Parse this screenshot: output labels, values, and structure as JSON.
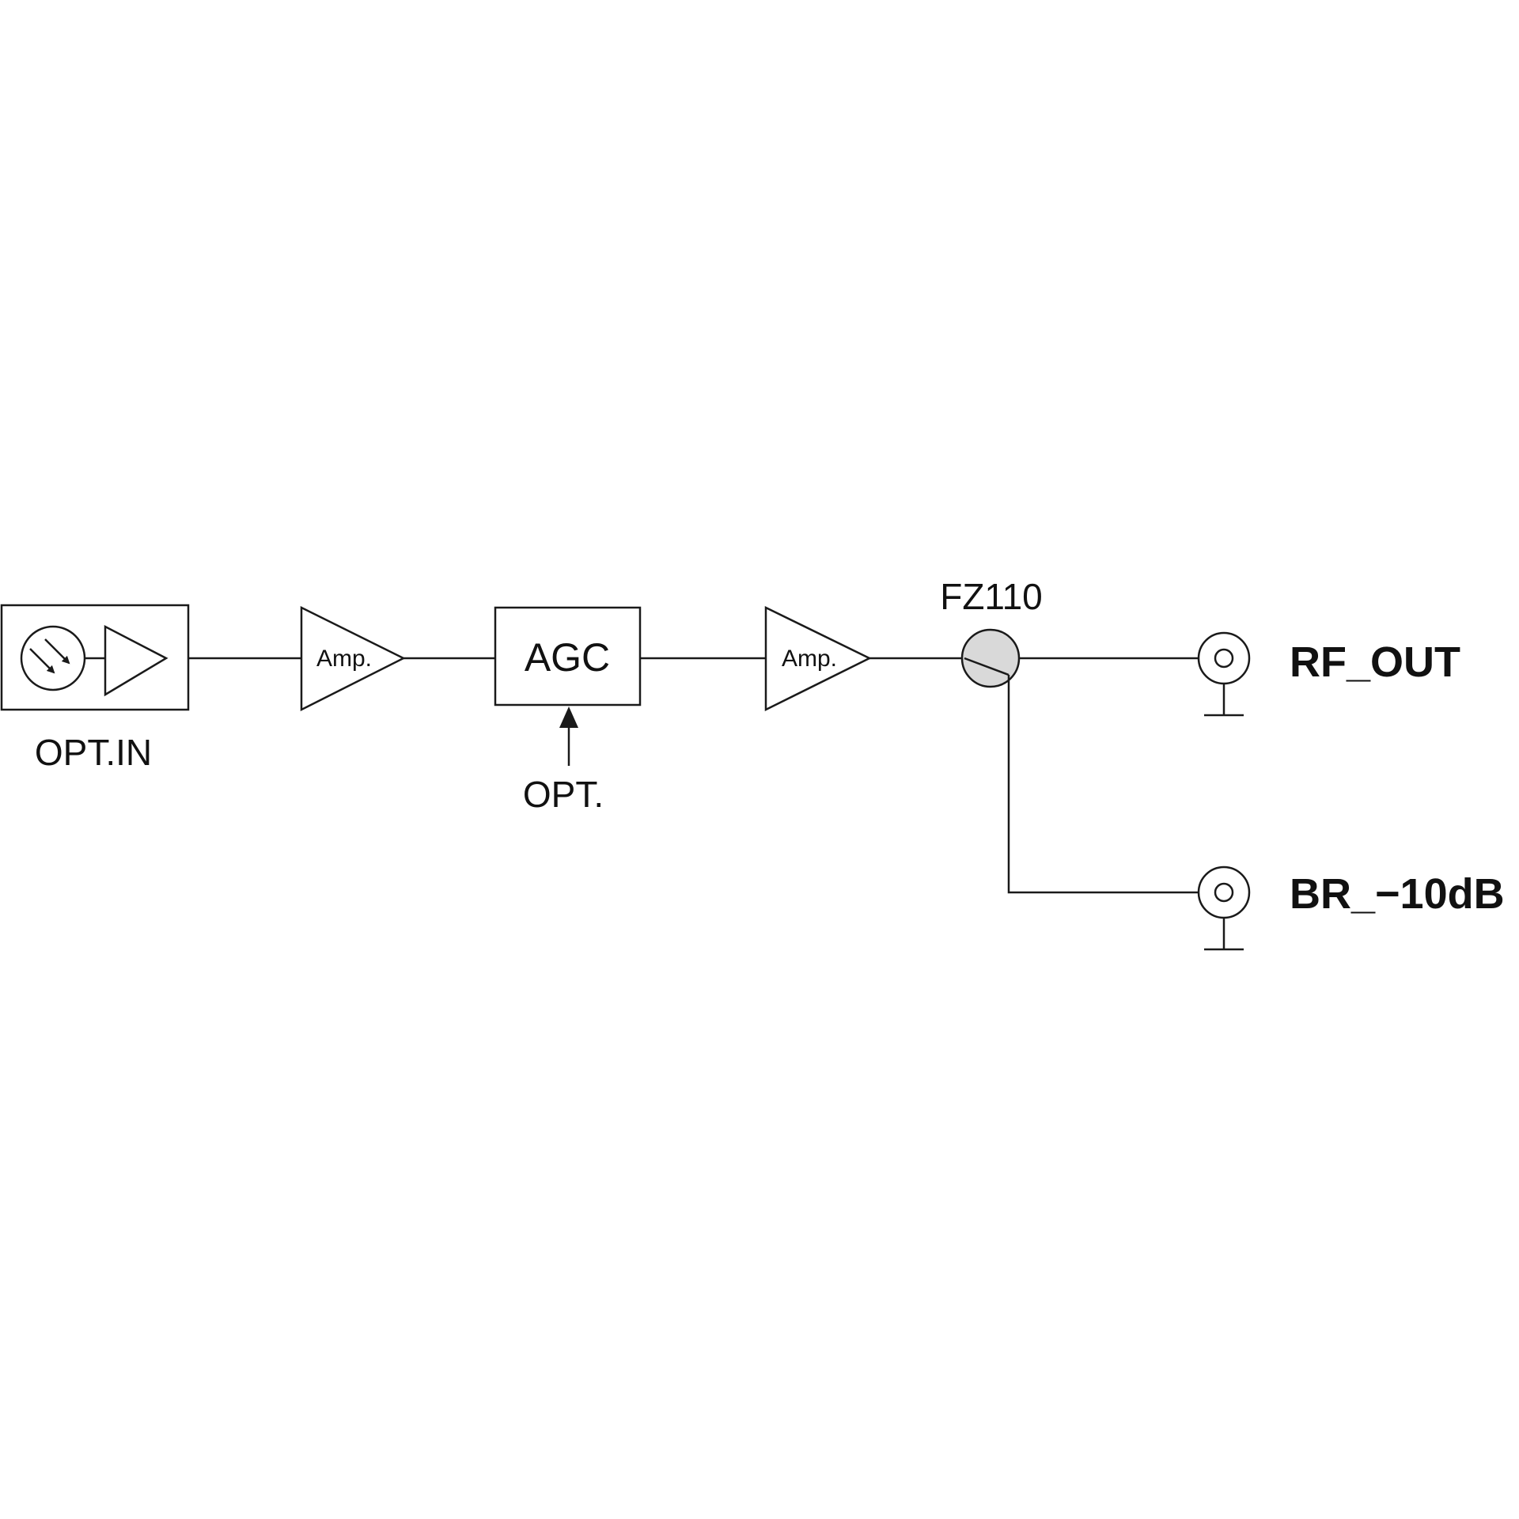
{
  "labels": {
    "opt_in": "OPT.IN",
    "amp1": "Amp.",
    "agc": "AGC",
    "opt": "OPT.",
    "amp2": "Amp.",
    "splitter": "FZ110",
    "rf_out": "RF_OUT",
    "br_out": "BR_−10dB"
  },
  "colors": {
    "splitter_fill": "#d9d9d9",
    "line": "#1a1a1a"
  },
  "icons": {
    "photodiode": "photodiode-icon",
    "preamp": "preamp-triangle-icon",
    "splitter": "splitter-circle-icon",
    "connector": "coax-connector-icon",
    "ground": "ground-icon",
    "arrow": "arrow-up-icon"
  }
}
